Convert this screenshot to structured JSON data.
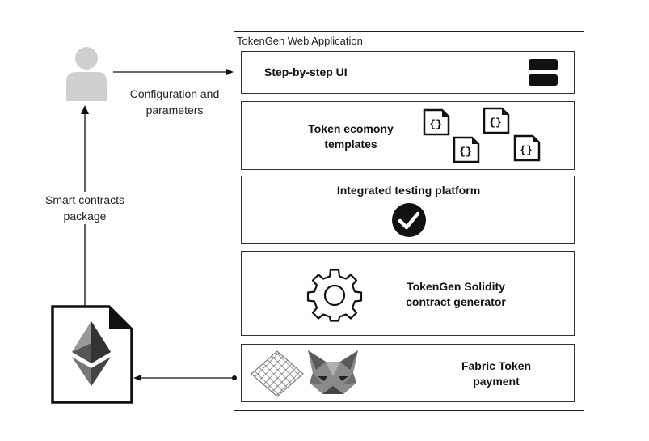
{
  "app": {
    "title": "TokenGen Web Application"
  },
  "panels": {
    "step_ui": {
      "title": "Step-by-step UI"
    },
    "templates": {
      "title_line1": "Token ecomony",
      "title_line2": "templates",
      "template_icon_glyph": "{}"
    },
    "testing": {
      "title": "Integrated testing platform"
    },
    "generator": {
      "title_line1": "TokenGen Solidity",
      "title_line2": "contract generator"
    },
    "payment": {
      "title_line1": "Fabric Token",
      "title_line2": "payment"
    }
  },
  "flows": {
    "to_app": {
      "line1": "Configuration and",
      "line2": "parameters"
    },
    "to_user": {
      "line1": "Smart contracts",
      "line2": "package"
    }
  },
  "icons": {
    "user": "user-icon",
    "contract_file": "ethereum-document-icon",
    "menu": "menu-icon",
    "checkmark": "checkmark-icon",
    "gear": "gear-icon",
    "fabric": "fabric-mesh-icon",
    "fox": "fox-icon"
  }
}
